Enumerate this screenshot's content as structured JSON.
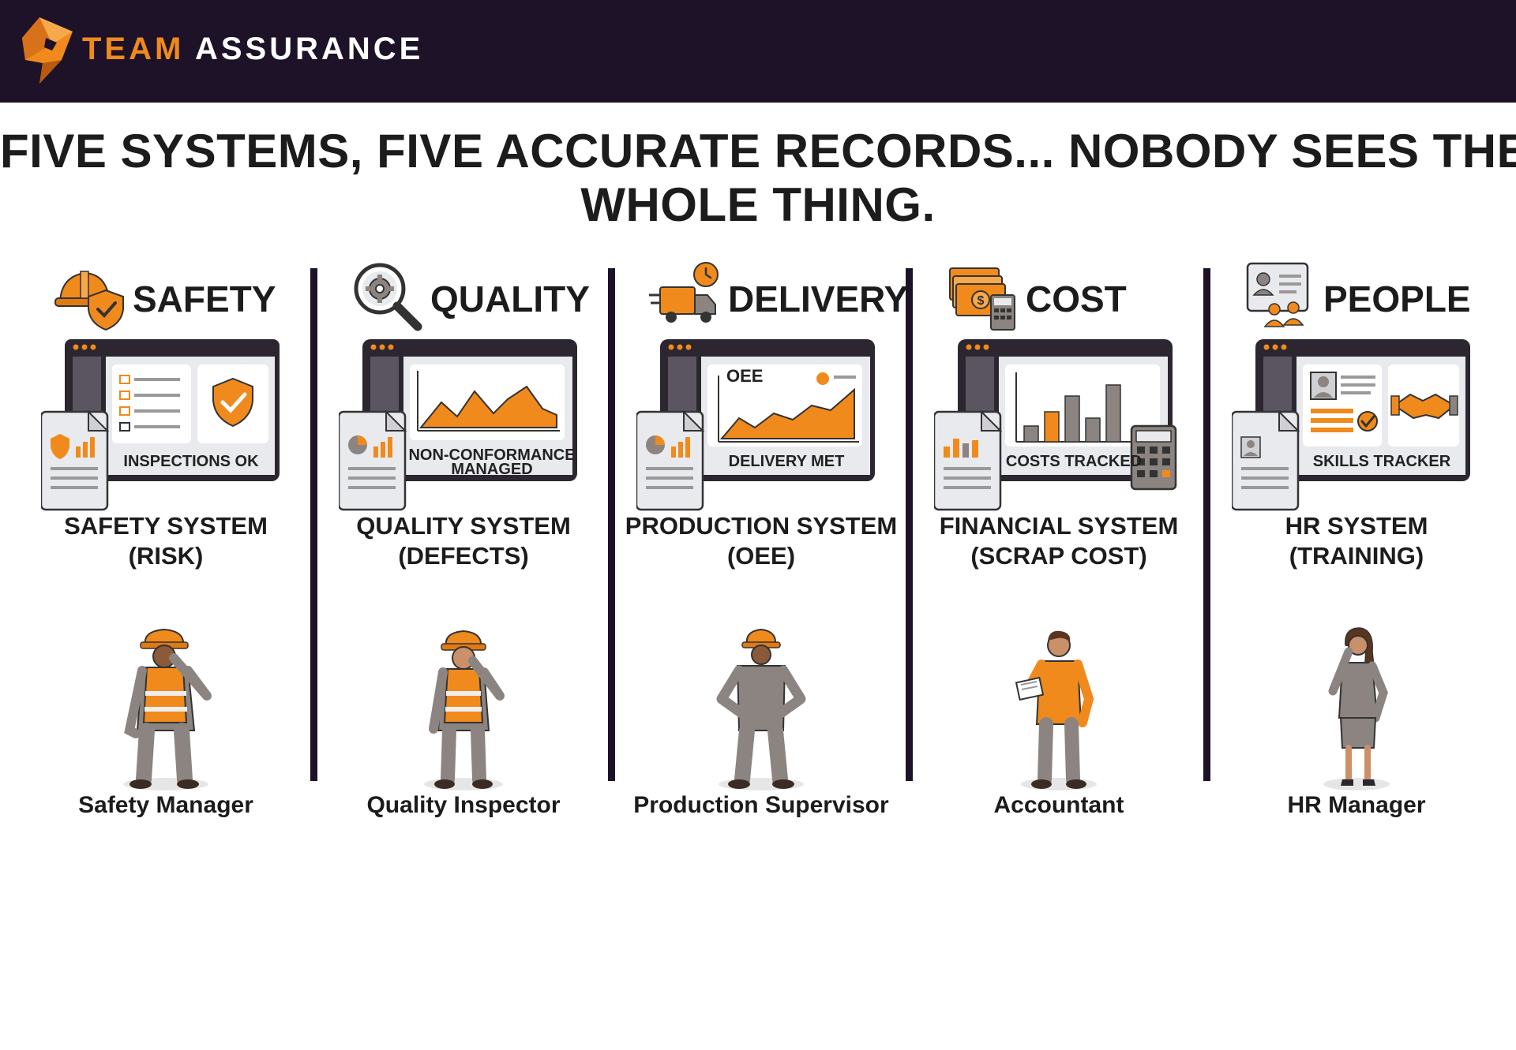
{
  "brand": {
    "part1": "TEAM",
    "part2": "ASSURANCE"
  },
  "headline": {
    "line1": "FIVE SYSTEMS, FIVE ACCURATE RECORDS... NOBODY SEES THE",
    "line2": "WHOLE THING."
  },
  "colors": {
    "header_bg": "#1d1228",
    "accent": "#f08a1c",
    "text": "#1c1c1c",
    "body_bg": "#ffffff"
  },
  "columns": [
    {
      "category": "SAFETY",
      "icon": "hardhat-shield-icon",
      "screen_label": "INSPECTIONS OK",
      "screen_label_2": "",
      "system_line1": "SAFETY SYSTEM",
      "system_line2": "(RISK)",
      "role": "Safety Manager"
    },
    {
      "category": "QUALITY",
      "icon": "magnifier-gear-icon",
      "screen_label": "NON-CONFORMANCE",
      "screen_label_2": "MANAGED",
      "system_line1": "QUALITY SYSTEM",
      "system_line2": "(DEFECTS)",
      "role": "Quality Inspector"
    },
    {
      "category": "DELIVERY",
      "icon": "delivery-truck-clock-icon",
      "screen_label": "DELIVERY MET",
      "screen_label_2": "",
      "screen_chart_label": "OEE",
      "system_line1": "PRODUCTION SYSTEM",
      "system_line2": "(OEE)",
      "role": "Production Supervisor"
    },
    {
      "category": "COST",
      "icon": "money-calculator-icon",
      "screen_label": "COSTS TRACKED",
      "screen_label_2": "",
      "system_line1": "FINANCIAL SYSTEM",
      "system_line2": "(SCRAP COST)",
      "role": "Accountant"
    },
    {
      "category": "PEOPLE",
      "icon": "id-card-people-icon",
      "screen_label": "SKILLS TRACKER",
      "screen_label_2": "",
      "system_line1": "HR SYSTEM",
      "system_line2": "(TRAINING)",
      "role": "HR Manager"
    }
  ]
}
